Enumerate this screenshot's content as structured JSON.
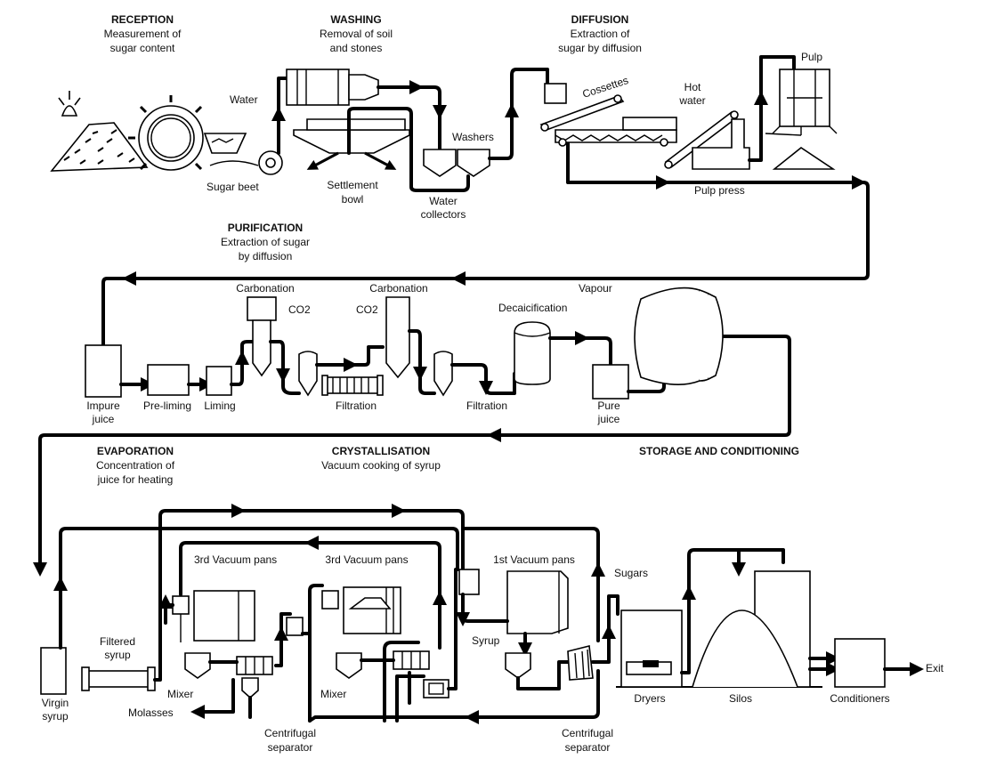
{
  "sections": {
    "reception": {
      "title": "RECEPTION",
      "line1": "Measurement of",
      "line2": "sugar content"
    },
    "washing": {
      "title": "WASHING",
      "line1": "Removal of soil",
      "line2": "and stones"
    },
    "diffusion": {
      "title": "DIFFUSION",
      "line1": "Extraction of",
      "line2": "sugar by diffusion"
    },
    "purification": {
      "title": "PURIFICATION",
      "line1": "Extraction of sugar",
      "line2": "by diffusion"
    },
    "evaporation": {
      "title": "EVAPORATION",
      "line1": "Concentration of",
      "line2": "juice for heating"
    },
    "crystallisation": {
      "title": "CRYSTALLISATION",
      "line1": "Vacuum cooking of syrup"
    },
    "storage": {
      "title": "STORAGE AND CONDITIONING"
    }
  },
  "labels": {
    "water": "Water",
    "sugar_beet": "Sugar beet",
    "settlement_bowl_1": "Settlement",
    "settlement_bowl_2": "bowl",
    "washers": "Washers",
    "water_collectors_1": "Water",
    "water_collectors_2": "collectors",
    "cossettes": "Cossettes",
    "hot_water_1": "Hot",
    "hot_water_2": "water",
    "pulp": "Pulp",
    "pulp_press": "Pulp press",
    "carbonation_1": "Carbonation",
    "carbonation_2": "Carbonation",
    "co2_1": "CO2",
    "co2_2": "CO2",
    "vapour": "Vapour",
    "decalcification": "Decaicification",
    "impure_juice_1": "Impure",
    "impure_juice_2": "juice",
    "pre_liming": "Pre-liming",
    "liming": "Liming",
    "filtration_1": "Filtration",
    "filtration_2": "Filtration",
    "pure_juice_1": "Pure",
    "pure_juice_2": "juice",
    "vacuum_pans_3rd_a": "3rd Vacuum pans",
    "vacuum_pans_3rd_b": "3rd Vacuum pans",
    "vacuum_pans_1st": "1st Vacuum pans",
    "sugars": "Sugars",
    "syrup": "Syrup",
    "filtered_syrup_1": "Filtered",
    "filtered_syrup_2": "syrup",
    "virgin_syrup_1": "Virgin",
    "virgin_syrup_2": "syrup",
    "mixer_1": "Mixer",
    "mixer_2": "Mixer",
    "molasses": "Molasses",
    "centrifugal_1a": "Centrifugal",
    "centrifugal_1b": "separator",
    "centrifugal_2a": "Centrifugal",
    "centrifugal_2b": "separator",
    "dryers": "Dryers",
    "silos": "Silos",
    "conditioners": "Conditioners",
    "exit": "Exit"
  },
  "style": {
    "line_color": "#000000",
    "background": "#ffffff"
  }
}
